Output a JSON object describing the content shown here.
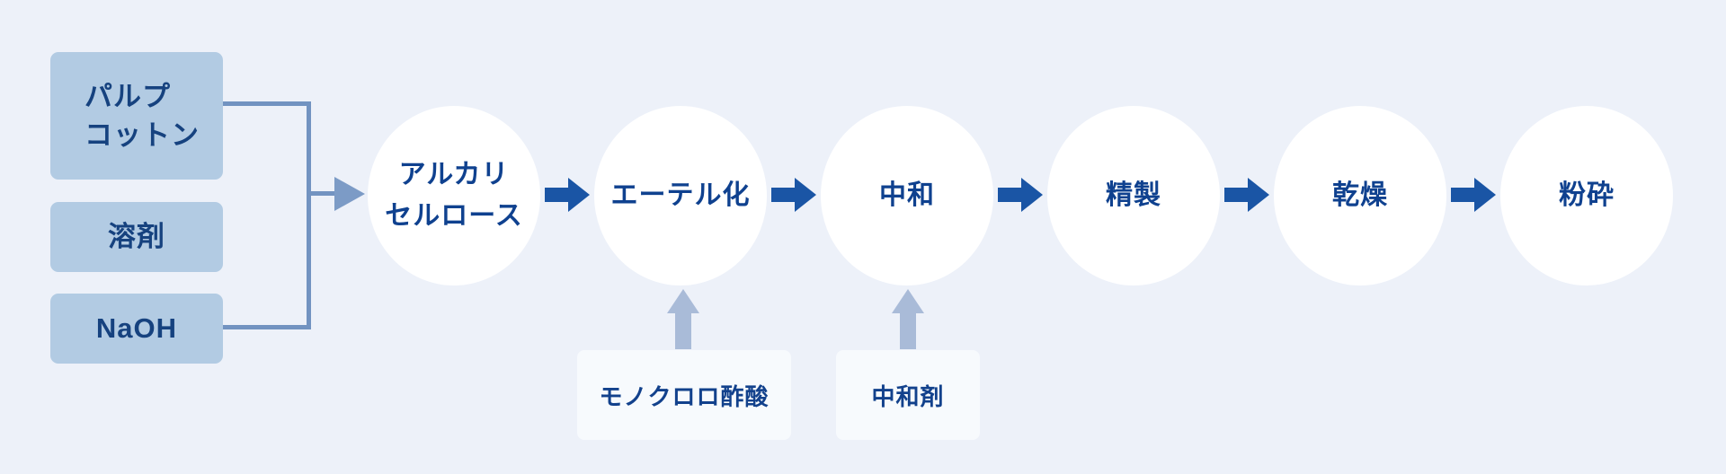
{
  "inputs": [
    {
      "line1": "パルプ",
      "line2": "コットン"
    },
    {
      "label": "溶剤"
    },
    {
      "label": "NaOH"
    }
  ],
  "stages": [
    {
      "line1": "アルカリ",
      "line2": "セルロース"
    },
    {
      "label": "エーテル化"
    },
    {
      "label": "中和"
    },
    {
      "label": "精製"
    },
    {
      "label": "乾燥"
    },
    {
      "label": "粉砕"
    }
  ],
  "additives": [
    {
      "label": "モノクロロ酢酸"
    },
    {
      "label": "中和剤"
    }
  ],
  "colors": {
    "background": "#edf1f9",
    "input_box_fill": "#b2cbe3",
    "circle_fill": "#ffffff",
    "flow_arrow": "#1a55a5",
    "connector_line": "#7293c1",
    "merge_arrow_head": "#7c9bc6",
    "up_arrow": "#a9bbd8",
    "additive_box_fill": "#f7fafd",
    "text_dark_blue": "#0f418f"
  }
}
